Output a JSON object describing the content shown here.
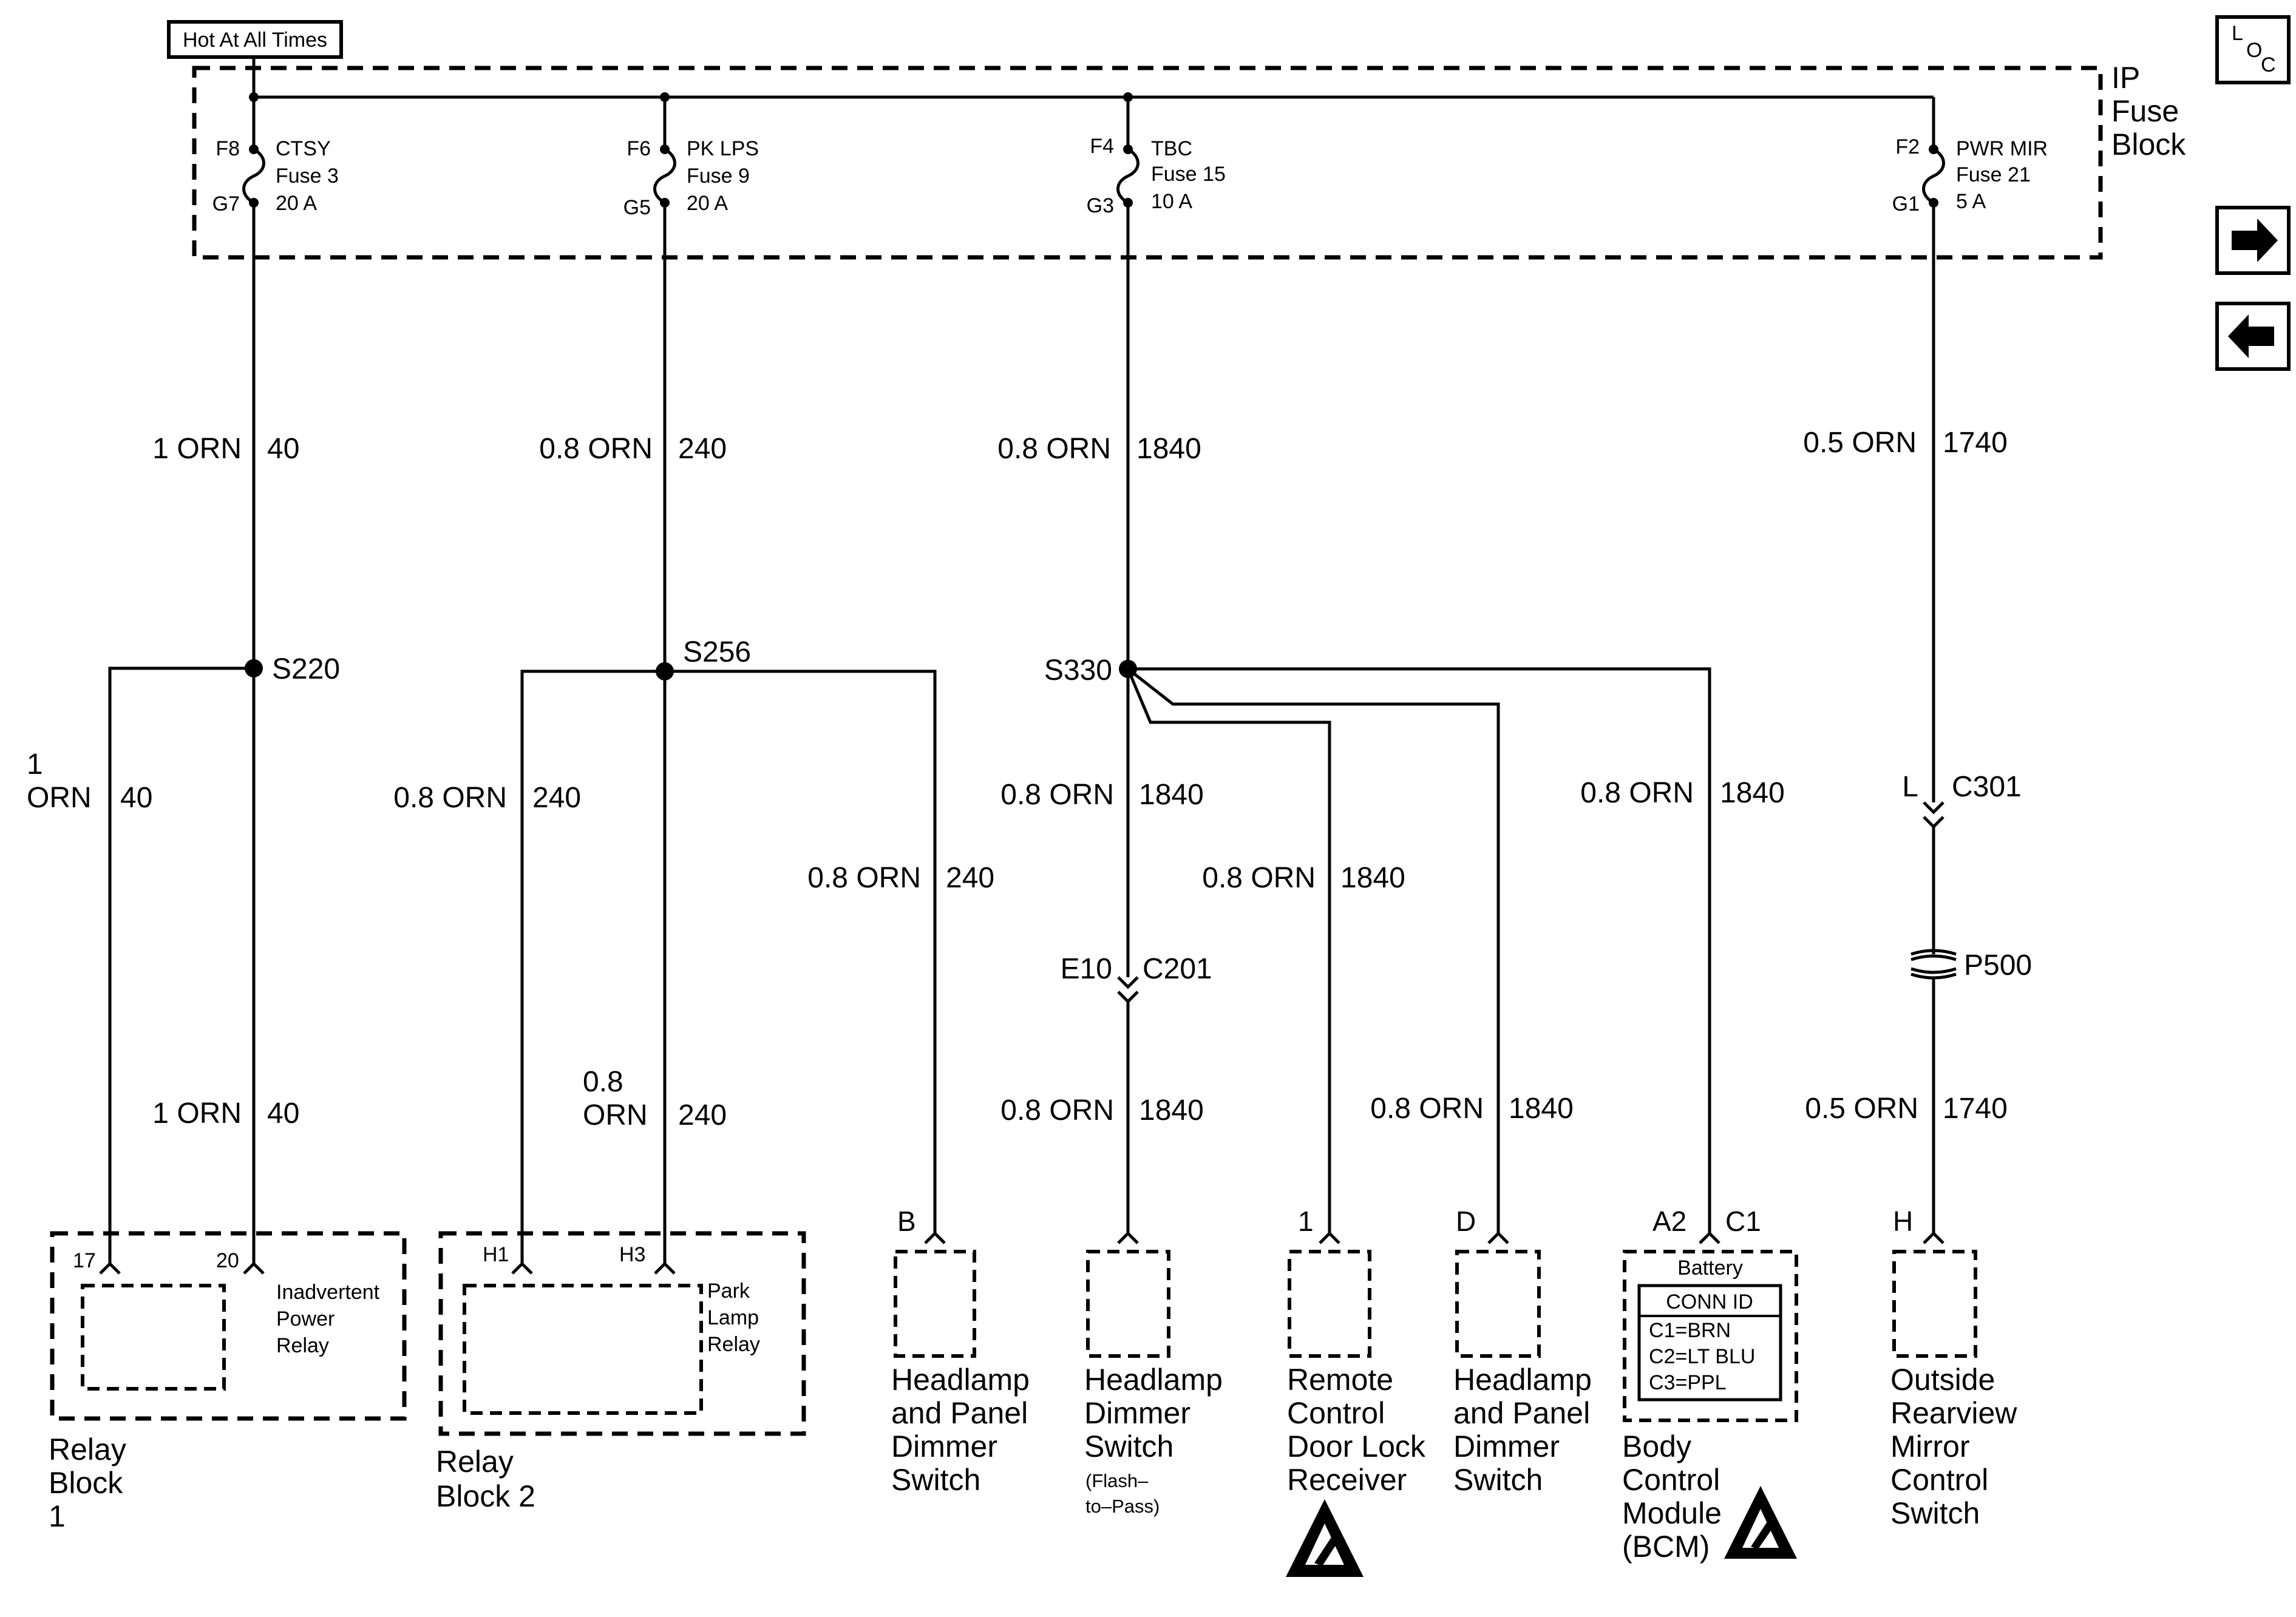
{
  "header": {
    "hot_label": "Hot At All Times"
  },
  "fuse_block": {
    "label_lines": [
      "IP",
      "Fuse",
      "Block"
    ]
  },
  "nav": {
    "loc_letters": [
      "L",
      "O",
      "C"
    ]
  },
  "fuses": [
    {
      "in_pin": "F8",
      "out_pin": "G7",
      "name": "CTSY",
      "fuse": "Fuse 3",
      "amps": "20 A"
    },
    {
      "in_pin": "F6",
      "out_pin": "G5",
      "name": "PK LPS",
      "fuse": "Fuse 9",
      "amps": "20 A"
    },
    {
      "in_pin": "F4",
      "out_pin": "G3",
      "name": "TBC",
      "fuse": "Fuse 15",
      "amps": "10 A"
    },
    {
      "in_pin": "F2",
      "out_pin": "G1",
      "name": "PWR MIR",
      "fuse": "Fuse 21",
      "amps": "5 A"
    }
  ],
  "wires": {
    "w1": {
      "gauge": "1 ORN",
      "circuit": "40"
    },
    "w2": {
      "gauge": "0.8 ORN",
      "circuit": "240"
    },
    "w3": {
      "gauge": "0.8 ORN",
      "circuit": "1840"
    },
    "w4": {
      "gauge": "0.5 ORN",
      "circuit": "1740"
    },
    "w5_lines": [
      "1",
      "ORN"
    ],
    "w5_circuit": "40",
    "w6": {
      "gauge": "0.8 ORN",
      "circuit": "240"
    },
    "w7": {
      "gauge": "0.8 ORN",
      "circuit": "240"
    },
    "w8": {
      "gauge": "0.8 ORN",
      "circuit": "1840"
    },
    "w9": {
      "gauge": "0.8 ORN",
      "circuit": "1840"
    },
    "w10": {
      "gauge": "0.8 ORN",
      "circuit": "1840"
    },
    "w11": {
      "gauge": "1 ORN",
      "circuit": "40"
    },
    "w12_lines": [
      "0.8",
      "ORN"
    ],
    "w12_circuit": "240",
    "w13": {
      "gauge": "0.8 ORN",
      "circuit": "1840"
    },
    "w14": {
      "gauge": "0.8 ORN",
      "circuit": "1840"
    },
    "w15": {
      "gauge": "0.5 ORN",
      "circuit": "1740"
    }
  },
  "splices": {
    "s220": "S220",
    "s256": "S256",
    "s330": "S330"
  },
  "connectors": {
    "c301_pin": "L",
    "c301": "C301",
    "c201_pin": "E10",
    "c201": "C201",
    "p500": "P500"
  },
  "pins": {
    "rb1_17": "17",
    "rb1_20": "20",
    "rb2_h1": "H1",
    "rb2_h3": "H3",
    "b": "B",
    "one": "1",
    "d": "D",
    "a2": "A2",
    "c1": "C1",
    "h": "H"
  },
  "components": {
    "relay_block1": [
      "Relay",
      "Block",
      "1"
    ],
    "inadvertent": [
      "Inadvertent",
      "Power",
      "Relay"
    ],
    "relay_block2": [
      "Relay",
      "Block 2"
    ],
    "park_lamp": [
      "Park",
      "Lamp",
      "Relay"
    ],
    "hp_dimmer1": [
      "Headlamp",
      "and Panel",
      "Dimmer",
      "Switch"
    ],
    "hl_dimmer": [
      "Headlamp",
      "Dimmer",
      "Switch"
    ],
    "hl_dimmer_sub": [
      "(Flash–",
      "to–Pass)"
    ],
    "rcdlr": [
      "Remote",
      "Control",
      "Door Lock",
      "Receiver"
    ],
    "hp_dimmer2": [
      "Headlamp",
      "and Panel",
      "Dimmer",
      "Switch"
    ],
    "bcm": [
      "Body",
      "Control",
      "Module",
      "(BCM)"
    ],
    "bcm_battery": "Battery",
    "bcm_connid": "CONN ID",
    "bcm_conns": [
      "C1=BRN",
      "C2=LT BLU",
      "C3=PPL"
    ],
    "mirror": [
      "Outside",
      "Rearview",
      "Mirror",
      "Control",
      "Switch"
    ]
  }
}
